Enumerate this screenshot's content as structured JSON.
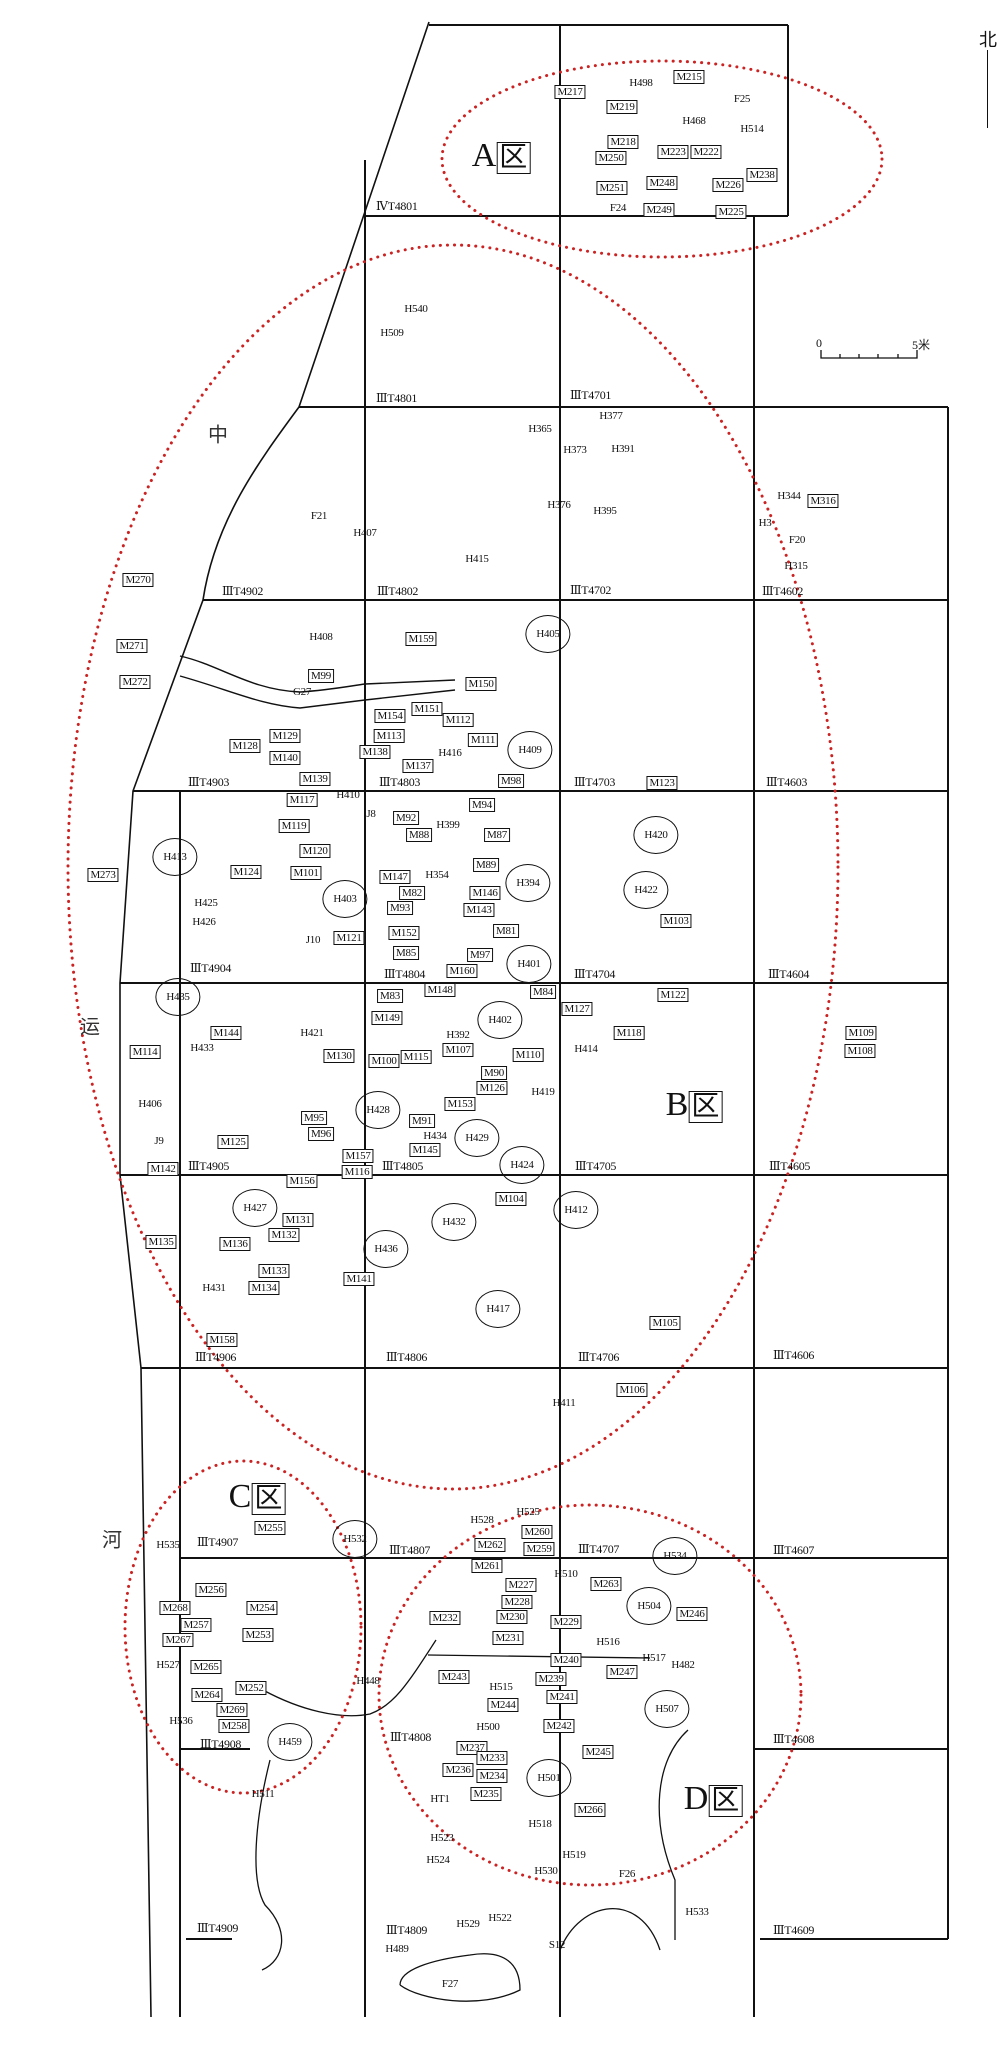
{
  "north_label": "北",
  "scale": {
    "start": "0",
    "end": "5米"
  },
  "zones": [
    {
      "letter": "A",
      "suffix": "区"
    },
    {
      "letter": "B",
      "suffix": "区"
    },
    {
      "letter": "C",
      "suffix": "区"
    },
    {
      "letter": "D",
      "suffix": "区"
    }
  ],
  "river_text": [
    "中",
    "运",
    "河"
  ],
  "grid_labels": [
    "ⅣT4801",
    "ⅢT4801",
    "ⅢT4701",
    "ⅢT4902",
    "ⅢT4802",
    "ⅢT4702",
    "ⅢT4602",
    "ⅢT4903",
    "ⅢT4803",
    "ⅢT4703",
    "ⅢT4603",
    "ⅢT4904",
    "ⅢT4804",
    "ⅢT4704",
    "ⅢT4604",
    "ⅢT4905",
    "ⅢT4805",
    "ⅢT4705",
    "ⅢT4605",
    "ⅢT4906",
    "ⅢT4806",
    "ⅢT4706",
    "ⅢT4606",
    "ⅢT4907",
    "ⅢT4807",
    "ⅢT4707",
    "ⅢT4607",
    "ⅢT4908",
    "ⅢT4808",
    "ⅢT4608",
    "ⅢT4909",
    "ⅢT4809",
    "ⅢT4609"
  ],
  "features": [
    "M217",
    "H498",
    "M215",
    "F25",
    "M219",
    "H468",
    "H514",
    "M218",
    "M250",
    "M223",
    "M222",
    "M251",
    "M248",
    "M226",
    "M238",
    "F24",
    "M249",
    "M225",
    "H540",
    "H509",
    "H365",
    "H377",
    "H373",
    "H391",
    "F21",
    "H407",
    "H376",
    "H395",
    "H344",
    "M316",
    "H3",
    "F20",
    "H315",
    "H415",
    "M270",
    "H408",
    "M159",
    "H405",
    "M271",
    "M272",
    "M99",
    "M150",
    "G27",
    "M154",
    "M151",
    "M112",
    "M129",
    "M128",
    "M113",
    "M111",
    "H409",
    "M140",
    "M138",
    "H416",
    "M137",
    "M139",
    "M98",
    "M123",
    "H410",
    "M117",
    "J8",
    "M92",
    "M94",
    "M119",
    "H399",
    "M88",
    "M87",
    "H420",
    "M120",
    "H413",
    "M124",
    "M273",
    "M101",
    "M147",
    "H354",
    "M89",
    "H394",
    "H422",
    "H403",
    "M82",
    "M146",
    "M93",
    "M143",
    "H425",
    "H426",
    "M103",
    "M152",
    "M81",
    "J10",
    "M121",
    "M85",
    "M97",
    "H401",
    "M160",
    "M148",
    "H435",
    "M84",
    "M83",
    "M122",
    "M127",
    "H402",
    "M149",
    "H392",
    "M118",
    "M109",
    "H421",
    "M144",
    "M114",
    "H433",
    "M107",
    "M110",
    "H414",
    "M108",
    "M130",
    "M100",
    "M115",
    "M90",
    "M126",
    "H419",
    "H406",
    "M153",
    "H428",
    "M95",
    "M91",
    "M96",
    "H434",
    "H429",
    "J9",
    "M125",
    "M145",
    "M157",
    "H424",
    "M142",
    "M116",
    "M156",
    "M104",
    "H412",
    "H427",
    "M131",
    "H432",
    "M132",
    "M135",
    "M136",
    "H436",
    "M133",
    "M141",
    "M134",
    "H431",
    "H417",
    "M105",
    "M158",
    "M106",
    "H411",
    "H528",
    "H525",
    "M260",
    "H532",
    "M262",
    "M259",
    "H535",
    "M255",
    "H534",
    "M261",
    "H510",
    "M227",
    "M263",
    "M256",
    "M228",
    "M268",
    "M254",
    "H504",
    "M246",
    "M232",
    "M230",
    "M229",
    "M257",
    "M253",
    "M267",
    "M231",
    "H516",
    "H527",
    "M265",
    "M240",
    "M247",
    "H517",
    "H482",
    "M243",
    "M239",
    "H448",
    "H515",
    "M252",
    "M264",
    "M241",
    "M244",
    "H507",
    "M269",
    "H536",
    "M258",
    "M242",
    "H500",
    "H459",
    "M237",
    "M245",
    "M233",
    "M236",
    "H501",
    "M234",
    "M235",
    "H511",
    "HT1",
    "M266",
    "H518",
    "H523",
    "H519",
    "H524",
    "H530",
    "F26",
    "H533",
    "H522",
    "H529",
    "S12",
    "H489",
    "F27"
  ],
  "colors": {
    "ink": "#111111",
    "zone_outline": "#cc2222"
  }
}
